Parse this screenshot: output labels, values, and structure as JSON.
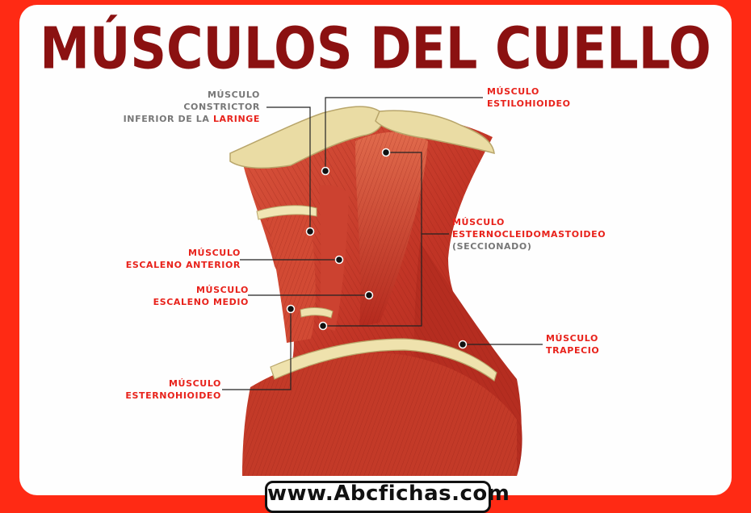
{
  "title": "MÚSCULOS DEL CUELLO",
  "labels": {
    "constrictor": {
      "line1": "MÚSCULO",
      "line2": "CONSTRICTOR",
      "line3_prefix": "INFERIOR DE LA ",
      "line3_highlight": "LARINGE"
    },
    "estilohioideo": {
      "line1": "MÚSCULO",
      "line2": "ESTILOHIOIDEO"
    },
    "esternocleido": {
      "line1": "MÚSCULO",
      "line2": "ESTERNOCLEIDOMASTOIDEO",
      "line3": "(SECCIONADO)"
    },
    "escaleno_anterior": {
      "line1": "MÚSCULO",
      "line2": "ESCALENO ANTERIOR"
    },
    "escaleno_medio": {
      "line1": "MÚSCULO",
      "line2": "ESCALENO MEDIO"
    },
    "trapecio": {
      "line1": "MÚSCULO",
      "line2": "TRAPECIO"
    },
    "esternohioideo": {
      "line1": "MÚSCULO",
      "line2": "ESTERNOHIOIDEO"
    }
  },
  "footer": "www.Abcfichas.com",
  "colors": {
    "background": "#ff2a14",
    "title": "#8b1111",
    "label_red": "#e8221b",
    "label_gray": "#777777",
    "muscle": "#c63a2a",
    "bone": "#e9d79a"
  }
}
